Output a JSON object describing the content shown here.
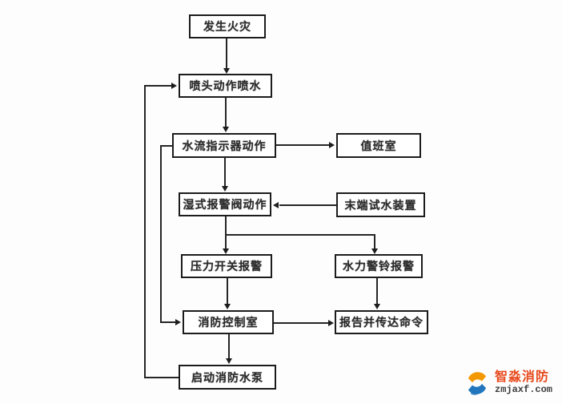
{
  "flowchart": {
    "nodes": {
      "fire": "发生火灾",
      "sprinkler": "喷头动作喷水",
      "flow_indicator": "水流指示器动作",
      "duty_room": "值班室",
      "wet_valve": "湿式报警阀动作",
      "end_test_device": "末端试水装置",
      "pressure_switch": "压力开关报警",
      "hydraulic_bell": "水力警铃报警",
      "control_room": "消防控制室",
      "report_order": "报告并传达命令",
      "start_pump": "启动消防水泵"
    },
    "line_color": "#262626",
    "box_border_color": "#1c1c1c"
  },
  "logo": {
    "brand": "智淼消防",
    "domain": "zmjaxf.com",
    "brand_color": "#e8491d",
    "icon_orange": "#f39800",
    "icon_blue": "#2176bd"
  }
}
